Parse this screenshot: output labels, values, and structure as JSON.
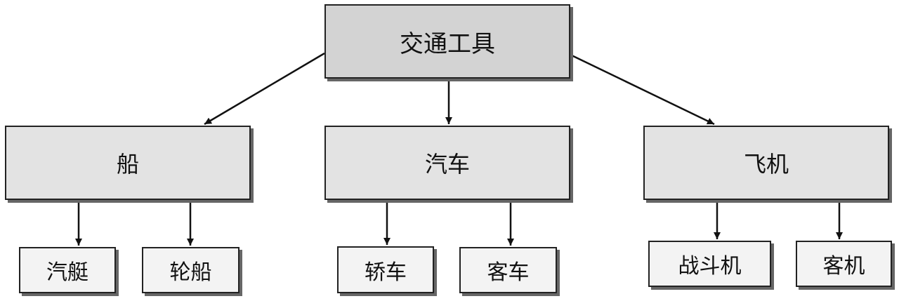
{
  "diagram": {
    "root": {
      "label": "交通工具"
    },
    "categories": [
      {
        "label": "船",
        "children": [
          {
            "label": "汽艇"
          },
          {
            "label": "轮船"
          }
        ]
      },
      {
        "label": "汽车",
        "children": [
          {
            "label": "轿车"
          },
          {
            "label": "客车"
          }
        ]
      },
      {
        "label": "飞机",
        "children": [
          {
            "label": "战斗机"
          },
          {
            "label": "客机"
          }
        ]
      }
    ]
  }
}
